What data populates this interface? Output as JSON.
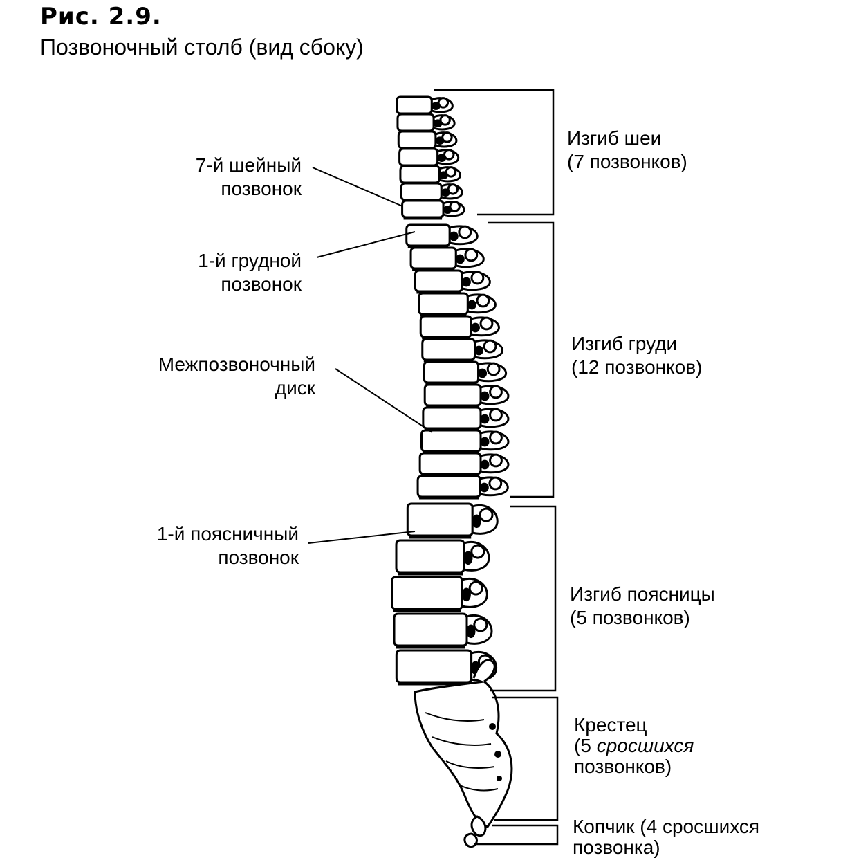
{
  "figure": {
    "number": "Рис. 2.9.",
    "title": "Позвоночный столб (вид сбоку)"
  },
  "left_labels": {
    "c7": [
      "7-й шейный",
      "позвонок"
    ],
    "t1": [
      "1-й грудной",
      "позвонок"
    ],
    "disc": [
      "Межпозвоночный",
      "диск"
    ],
    "l1": [
      "1-й поясничный",
      "позвонок"
    ]
  },
  "regions": {
    "cervical": {
      "name": "Изгиб шеи",
      "count": "(7 позвонков)"
    },
    "thoracic": {
      "name": "Изгиб груди",
      "count": "(12 позвонков)"
    },
    "lumbar": {
      "name": "Изгиб поясницы",
      "count": "(5 позвонков)"
    },
    "sacrum": {
      "name": "Крестец",
      "count_a": "(5",
      "count_b": "сросшихся",
      "count_c": "позвонков)"
    },
    "coccyx": {
      "name": "Копчик (4 сросшихся",
      "count": "позвонка)"
    }
  },
  "colors": {
    "ink": "#000000",
    "paper": "#ffffff"
  }
}
